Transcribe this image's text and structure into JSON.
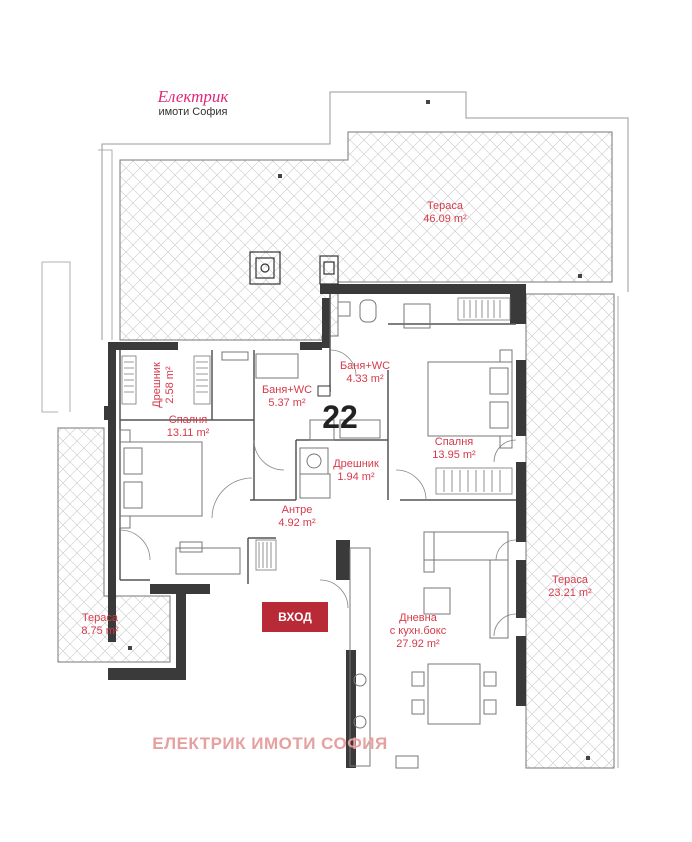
{
  "logo": {
    "brand": "Електрик",
    "subtitle": "имоти София"
  },
  "apartment_number": "22",
  "entry_label": "ВХОД",
  "watermark": "ЕЛЕКТРИК ИМОТИ СОФИЯ",
  "colors": {
    "label": "#d63a4a",
    "wall": "#3a3a3a",
    "brand": "#e0287a",
    "entry": "#b82b36"
  },
  "rooms": [
    {
      "id": "terrace_top",
      "name": "Тераса",
      "area": "46.09 m²"
    },
    {
      "id": "bath_right",
      "name": "Баня+WC",
      "area": "4.33 m²"
    },
    {
      "id": "bath_left",
      "name": "Баня+WC",
      "area": "5.37 m²"
    },
    {
      "id": "wardrobe_left",
      "name": "Дрешник",
      "area": "2.58 m²"
    },
    {
      "id": "bedroom_left",
      "name": "Спалня",
      "area": "13.11 m²"
    },
    {
      "id": "wardrobe_mid",
      "name": "Дрешник",
      "area": "1.94 m²"
    },
    {
      "id": "bedroom_right",
      "name": "Спалня",
      "area": "13.95 m²"
    },
    {
      "id": "hall",
      "name": "Антре",
      "area": "4.92 m²"
    },
    {
      "id": "terrace_right",
      "name": "Тераса",
      "area": "23.21 m²"
    },
    {
      "id": "living",
      "name": "Дневна",
      "name2": "с кухн.бокс",
      "area": "27.92 m²"
    },
    {
      "id": "terrace_left",
      "name": "Тераса",
      "area": "8.75 m²"
    }
  ]
}
